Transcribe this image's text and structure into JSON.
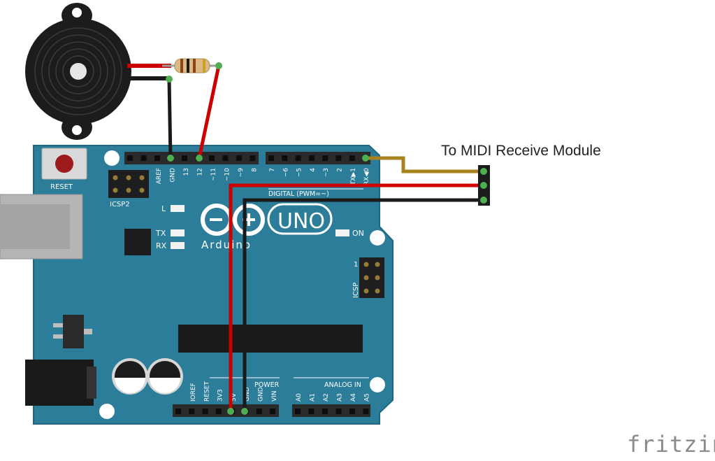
{
  "annotation": "To MIDI Receive Module",
  "watermark": "fritzing",
  "board": {
    "reset_label": "RESET",
    "icsp2_label": "ICSP2",
    "icsp_label": "ICSP",
    "icsp_pin1": "1",
    "led_l": "L",
    "led_tx": "TX",
    "led_rx": "RX",
    "led_on": "ON",
    "logo_text": "UNO",
    "brand": "Arduino",
    "digital_label": "DIGITAL (PWM=~)",
    "power_label": "POWER",
    "analog_label": "ANALOG IN",
    "digital_pins_left": [
      "AREF",
      "GND",
      "13",
      "12",
      "~11",
      "~10",
      "~9",
      "8"
    ],
    "digital_pins_right": [
      "7",
      "~6",
      "~5",
      "4",
      "~3",
      "2",
      "TX▶1",
      "RX◀0"
    ],
    "power_pins": [
      "IOREF",
      "RESET",
      "3V3",
      "5V",
      "GND",
      "GND",
      "VIN"
    ],
    "analog_pins": [
      "A0",
      "A1",
      "A2",
      "A3",
      "A4",
      "A5"
    ]
  },
  "colors": {
    "board": "#2b7d9a",
    "board_edge": "#1f6680",
    "wire_red": "#cc0000",
    "wire_black": "#1a1a1a",
    "wire_yellow": "#a8821c",
    "header": "#2a2a2a"
  }
}
